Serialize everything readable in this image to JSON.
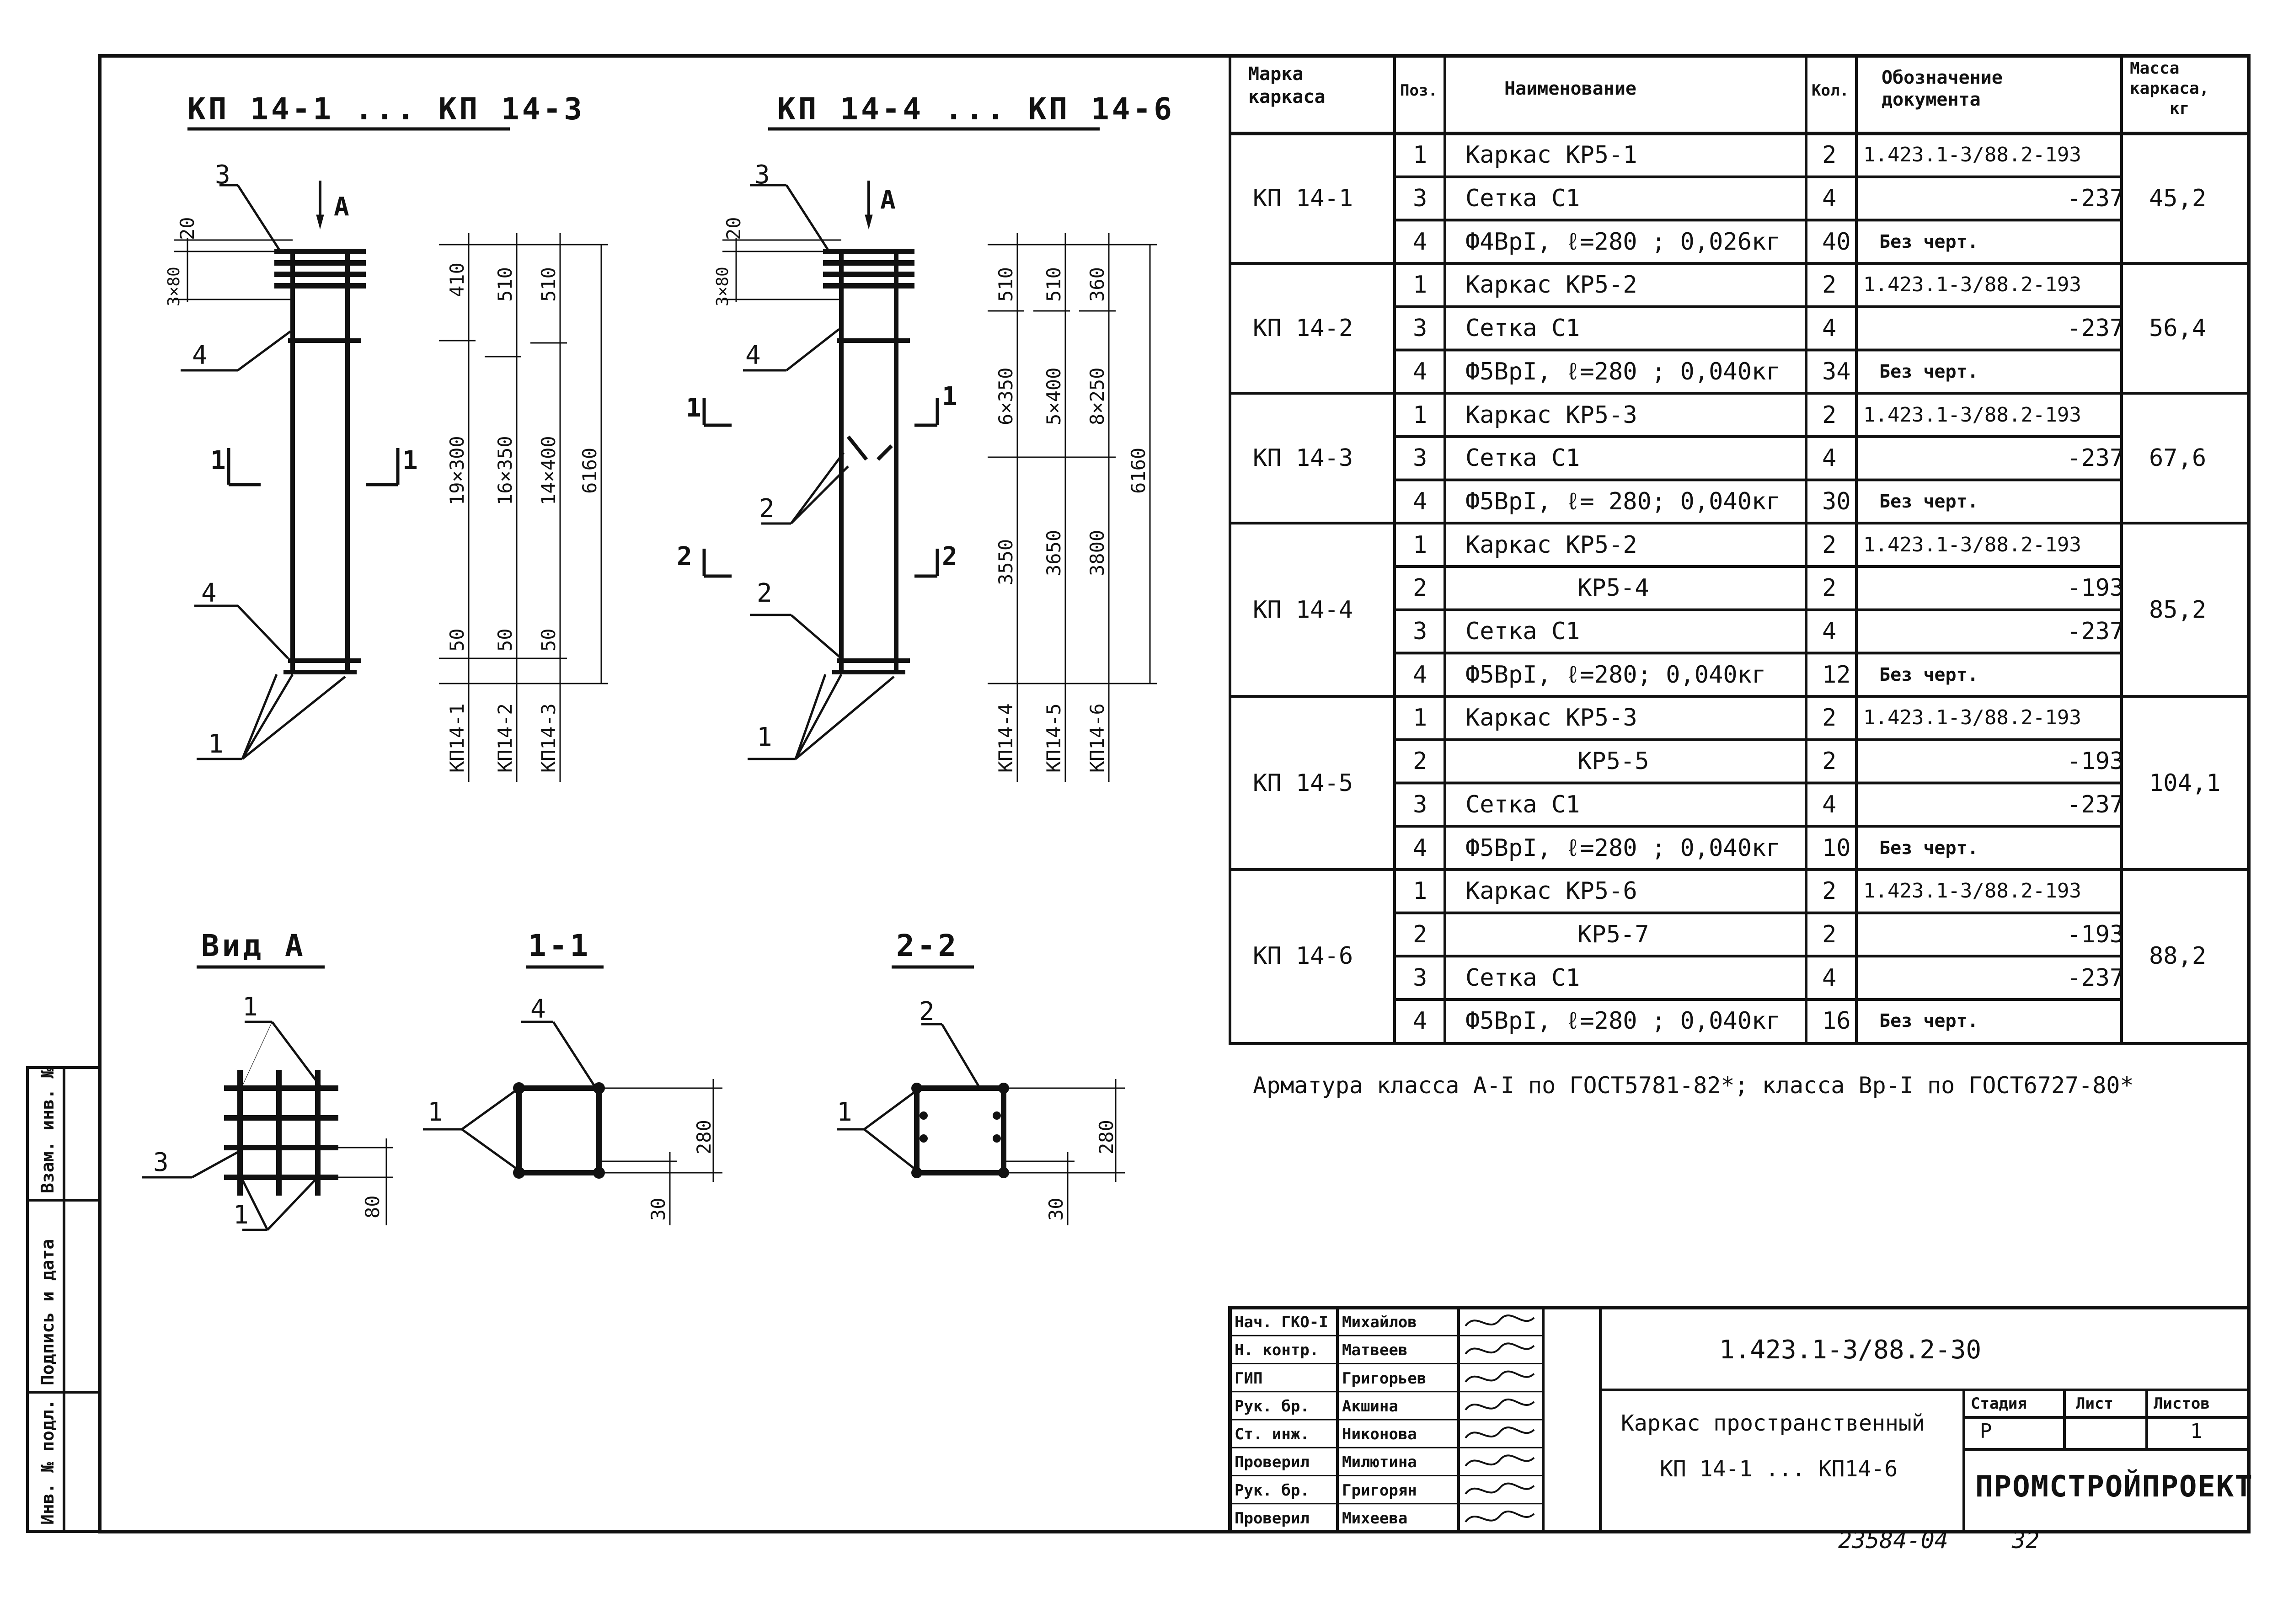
{
  "spec_table": {
    "headers": {
      "mark": [
        "Марка",
        "каркаса"
      ],
      "pos": "Поз.",
      "name": "Наименование",
      "qty": "Кол.",
      "doc": [
        "Обозначение",
        "документа"
      ],
      "mass": [
        "Масса",
        "каркаса,",
        "кг"
      ]
    },
    "groups": [
      {
        "mark": "КП 14-1",
        "mass": "45,2",
        "rows": [
          {
            "pos": "1",
            "name": "Каркас КР5-1",
            "qty": "2",
            "doc": "1.423.1-3/88.2-193"
          },
          {
            "pos": "3",
            "name": "Сетка С1",
            "qty": "4",
            "doc": "-237"
          },
          {
            "pos": "4",
            "name": "Ф4ВрI, ℓ=280 ; 0,026кг",
            "qty": "40",
            "doc": "Без черт."
          }
        ]
      },
      {
        "mark": "КП 14-2",
        "mass": "56,4",
        "rows": [
          {
            "pos": "1",
            "name": "Каркас КР5-2",
            "qty": "2",
            "doc": "1.423.1-3/88.2-193"
          },
          {
            "pos": "3",
            "name": "Сетка С1",
            "qty": "4",
            "doc": "-237"
          },
          {
            "pos": "4",
            "name": "Ф5ВрI, ℓ=280 ; 0,040кг",
            "qty": "34",
            "doc": "Без черт."
          }
        ]
      },
      {
        "mark": "КП 14-3",
        "mass": "67,6",
        "rows": [
          {
            "pos": "1",
            "name": "Каркас КР5-3",
            "qty": "2",
            "doc": "1.423.1-3/88.2-193"
          },
          {
            "pos": "3",
            "name": "Сетка С1",
            "qty": "4",
            "doc": "-237"
          },
          {
            "pos": "4",
            "name": "Ф5ВрI, ℓ= 280; 0,040кг",
            "qty": "30",
            "doc": "Без черт."
          }
        ]
      },
      {
        "mark": "КП 14-4",
        "mass": "85,2",
        "rows": [
          {
            "pos": "1",
            "name": "Каркас КР5-2",
            "qty": "2",
            "doc": "1.423.1-3/88.2-193"
          },
          {
            "pos": "2",
            "name": "КР5-4",
            "qty": "2",
            "doc": "-193"
          },
          {
            "pos": "3",
            "name": "Сетка С1",
            "qty": "4",
            "doc": "-237"
          },
          {
            "pos": "4",
            "name": "Ф5ВрI, ℓ=280; 0,040кг",
            "qty": "12",
            "doc": "Без черт."
          }
        ]
      },
      {
        "mark": "КП 14-5",
        "mass": "104,1",
        "rows": [
          {
            "pos": "1",
            "name": "Каркас КР5-3",
            "qty": "2",
            "doc": "1.423.1-3/88.2-193"
          },
          {
            "pos": "2",
            "name": "КР5-5",
            "qty": "2",
            "doc": "-193"
          },
          {
            "pos": "3",
            "name": "Сетка С1",
            "qty": "4",
            "doc": "-237"
          },
          {
            "pos": "4",
            "name": "Ф5ВрI, ℓ=280 ; 0,040кг",
            "qty": "10",
            "doc": "Без черт."
          }
        ]
      },
      {
        "mark": "КП 14-6",
        "mass": "88,2",
        "rows": [
          {
            "pos": "1",
            "name": "Каркас КР5-6",
            "qty": "2",
            "doc": "1.423.1-3/88.2-193"
          },
          {
            "pos": "2",
            "name": "КР5-7",
            "qty": "2",
            "doc": "-193"
          },
          {
            "pos": "3",
            "name": "Сетка С1",
            "qty": "4",
            "doc": "-237"
          },
          {
            "pos": "4",
            "name": "Ф5ВрI, ℓ=280 ; 0,040кг",
            "qty": "16",
            "doc": "Без черт."
          }
        ]
      }
    ]
  },
  "note": "Арматура класса А-I по ГОСТ5781-82*; класса Вр-I по ГОСТ6727-80*",
  "drawing": {
    "view1_title": "КП 14-1 ... КП 14-3",
    "view2_title": "КП 14-4 ... КП 14-6",
    "section_titles": [
      "Вид А",
      "1-1",
      "2-2"
    ],
    "view_marker": "А",
    "leaders": [
      "1",
      "2",
      "3",
      "4"
    ],
    "cut_labels": [
      "1",
      "2"
    ],
    "dims_v1": {
      "top": [
        "20",
        "3×80"
      ],
      "a": [
        "410",
        "19×300",
        "50"
      ],
      "b": [
        "510",
        "16×350",
        "50"
      ],
      "c": [
        "510",
        "14×400",
        "50"
      ],
      "total": "6160",
      "marks": [
        "КП14-1",
        "КП14-2",
        "КП14-3"
      ]
    },
    "dims_v2": {
      "top": [
        "20",
        "3×80"
      ],
      "a": [
        "510",
        "6×350",
        "3550"
      ],
      "b": [
        "510",
        "5×400",
        "3650"
      ],
      "c": [
        "360",
        "8×250",
        "3800"
      ],
      "total": "6160",
      "marks": [
        "КП14-4",
        "КП14-5",
        "КП14-6"
      ]
    },
    "section_dims": {
      "h": "280",
      "a": "80",
      "b": "30"
    }
  },
  "title_block": {
    "roles": [
      "Нач. ГКО-I",
      "Н. контр.",
      "ГИП",
      "Рук. бр.",
      "Ст. инж.",
      "Проверил",
      "Рук. бр.",
      "Проверил"
    ],
    "names": [
      "Михайлов",
      "Матвеев",
      "Григорьев",
      "Акшина",
      "Никонова",
      "Милютина",
      "Григорян",
      "Михеева"
    ],
    "code": "1.423.1-3/88.2-30",
    "title_line1": "Каркас пространственный",
    "title_line2": "КП 14-1 ... КП14-6",
    "stage_label": "Стадия",
    "sheet_label": "Лист",
    "sheets_label": "Листов",
    "stage": "Р",
    "sheet": "",
    "sheets": "1",
    "org": "ПРОМСТРОЙПРОЕКТ"
  },
  "side_stamp": [
    "Взам. инв. №",
    "Подпись и дата",
    "Инв. № подл."
  ],
  "bottom_code": "23584-04",
  "bottom_page": "32"
}
